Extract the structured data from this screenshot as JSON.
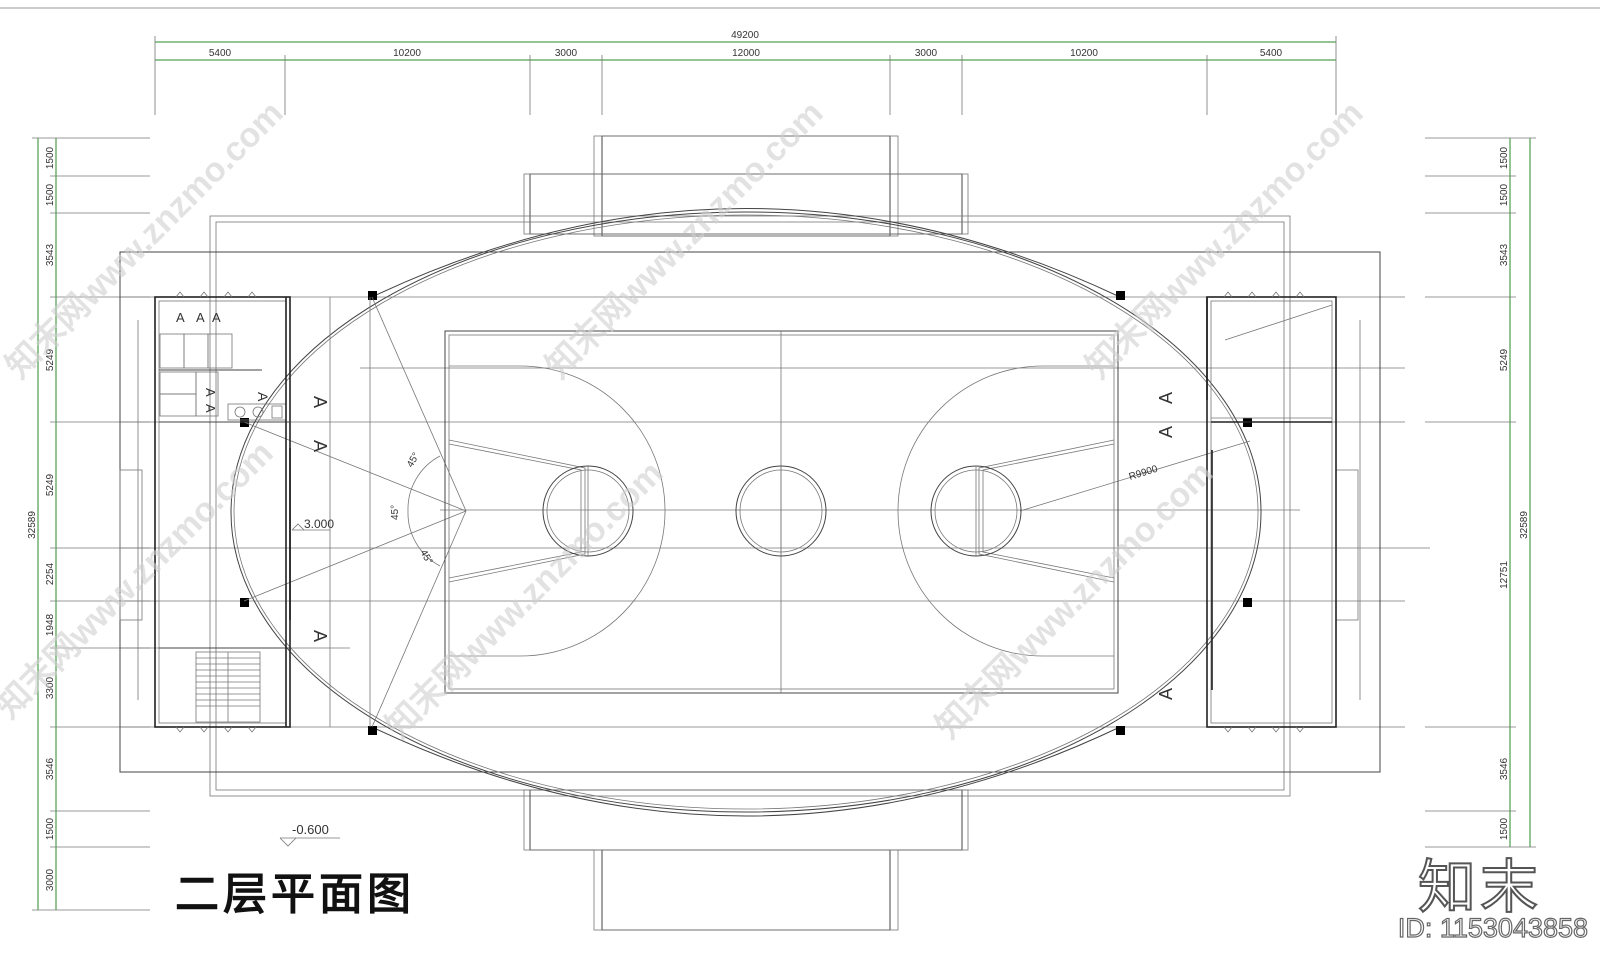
{
  "drawing": {
    "title": "二层平面图",
    "elevation": "-0.600",
    "level_mark": "3.000",
    "radius_label": "R9900",
    "angles": [
      "45°",
      "45°",
      "45°"
    ],
    "top_total": "49200",
    "top_dims": [
      "5400",
      "10200",
      "3000",
      "12000",
      "3000",
      "10200",
      "5400"
    ],
    "left_total": "32589",
    "left_dims": [
      "1500",
      "1500",
      "3543",
      "5249",
      "5249",
      "2254",
      "1948",
      "3300",
      "3546",
      "1500",
      "3000"
    ],
    "right_total": "32589",
    "right_dims": [
      "1500",
      "1500",
      "3543",
      "5249",
      "12751",
      "3546",
      "1500"
    ],
    "toilet_labels": [
      "A",
      "A",
      "A",
      "A",
      "A"
    ],
    "door_marks": [
      "A",
      "A",
      "A",
      "A",
      "A",
      "A",
      "A"
    ]
  },
  "branding": {
    "logo": "知末",
    "id_text": "ID: 1153043858",
    "watermark": "知末网www.znzmo.com"
  }
}
